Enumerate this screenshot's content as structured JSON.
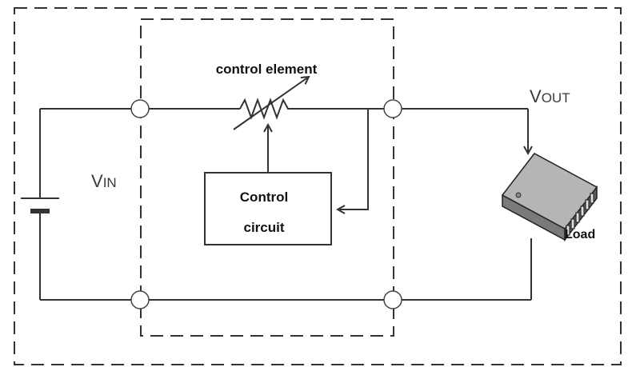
{
  "labels": {
    "control_element": "control element",
    "control_circuit_line1": "Control",
    "control_circuit_line2": "circuit",
    "v_in_main": "V",
    "v_in_sub": "IN",
    "v_out_main": "V",
    "v_out_sub": "OUT",
    "load": "Load"
  },
  "colors": {
    "line": "#333333",
    "chip_body": "#9a9a9a",
    "chip_top": "#c8c8c8"
  },
  "icons": {
    "battery": "battery-icon",
    "variable_resistor": "variable-resistor-icon",
    "load_chip": "ic-chip-icon"
  }
}
